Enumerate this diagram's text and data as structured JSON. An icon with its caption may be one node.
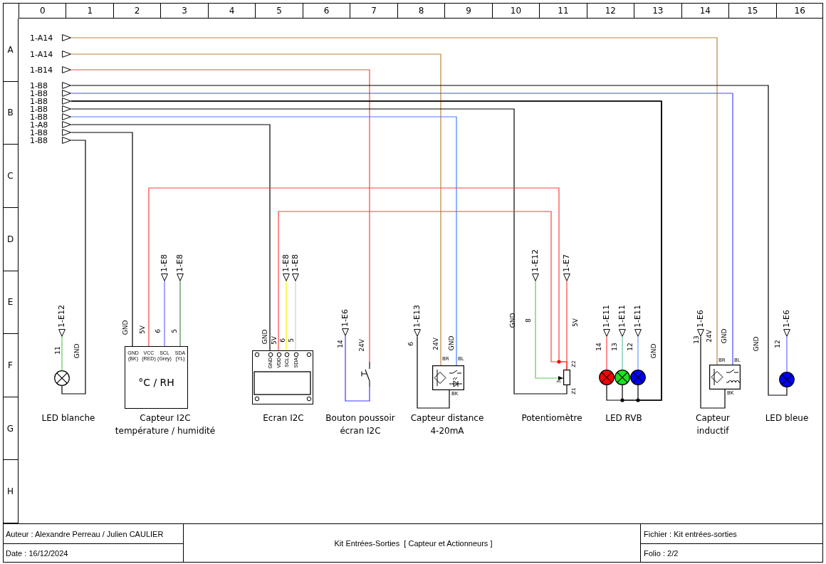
{
  "diagram": {
    "nodes": [
      {
        "text": [
          "1-A14"
        ]
      },
      {
        "text": [
          "1-A14"
        ]
      },
      {
        "text": [
          "1-B14"
        ]
      },
      {
        "text": [
          "1-B8"
        ]
      },
      {
        "text": [
          "1-B8"
        ]
      },
      {
        "text": [
          "1-B8"
        ]
      },
      {
        "text": [
          "1-B8"
        ]
      },
      {
        "text": [
          "1-B8"
        ]
      },
      {
        "text": [
          "1-A8"
        ]
      },
      {
        "text": [
          "1-B8"
        ]
      },
      {
        "text": [
          "1-B8"
        ]
      },
      {
        "text": [
          "1-E12"
        ]
      },
      {
        "text": [],
        "shape": "circle",
        "beside": [
          "LED blanche"
        ]
      },
      {
        "text": [
          "1-E8"
        ]
      },
      {
        "text": [
          "1-E8"
        ]
      },
      {
        "text": [
          "GND (BK)",
          "VCC (RED)",
          "SCL (Grey)",
          "SDA (YL)",
          "°C / RH"
        ],
        "beside": [
          "Capteur I2C température / humidité"
        ]
      },
      {
        "text": [
          "1-E8"
        ]
      },
      {
        "text": [
          "1-E8"
        ]
      },
      {
        "text": [
          "GND",
          "VDD",
          "SCL",
          "SDA"
        ],
        "beside": [
          "Ecran I2C"
        ]
      },
      {
        "text": [
          "1-E6"
        ]
      },
      {
        "text": [],
        "shape": "picture"
      },
      {
        "text": [
          "1-E13"
        ]
      },
      {
        "text": [],
        "shape": "box",
        "beside": [
          "BR",
          "BL",
          "BK",
          "Capteur distance 4-20mA"
        ]
      },
      {
        "text": [
          "1-E12"
        ]
      },
      {
        "text": [
          "1-E7"
        ]
      },
      {
        "text": [],
        "shape": "box",
        "beside": [
          "Z2",
          "3",
          "Z1",
          "Potentiomètre"
        ]
      },
      {
        "text": [
          "1-E11"
        ]
      },
      {
        "text": [
          "1-E11"
        ]
      },
      {
        "text": [
          "1-E11"
        ]
      },
      {
        "text": [],
        "shape": "circle"
      },
      {
        "text": [],
        "shape": "circle",
        "beside": [
          "LED RVB"
        ]
      },
      {
        "text": [],
        "shape": "circle"
      },
      {
        "text": [
          "1-E6"
        ]
      },
      {
        "text": [],
        "shape": "box",
        "beside": [
          "BR",
          "BL",
          "BK",
          "Capteur inductif"
        ]
      },
      {
        "text": [
          "1-E6"
        ]
      },
      {
        "text": [],
        "shape": "circle",
        "beside": [
          "LED bleue"
        ]
      }
    ],
    "edges": [
      {
        "from": 0,
        "to": 33,
        "arrow": "none",
        "label": "24V",
        "color": "#c0813f"
      },
      {
        "from": 1,
        "to": 22,
        "arrow": "none",
        "label": "24V",
        "color": "#c0813f"
      },
      {
        "from": 2,
        "to": 20,
        "arrow": "none",
        "label": "24V",
        "color": "#ff4040"
      },
      {
        "from": 3,
        "to": 35,
        "arrow": "none",
        "label": "GND"
      },
      {
        "from": 4,
        "to": 33,
        "arrow": "none",
        "label": "GND",
        "color": "#4a4aff"
      },
      {
        "from": 5,
        "to": 29,
        "arrow": "none",
        "label": "GND"
      },
      {
        "from": 5,
        "to": 30,
        "arrow": "none"
      },
      {
        "from": 5,
        "to": 31,
        "arrow": "none"
      },
      {
        "from": 6,
        "to": 25,
        "arrow": "none",
        "label": "GND"
      },
      {
        "from": 7,
        "to": 22,
        "arrow": "none",
        "label": "GND",
        "color": "#4a7dff"
      },
      {
        "from": 8,
        "to": 18,
        "arrow": "none",
        "label": "GND"
      },
      {
        "from": 9,
        "to": 15,
        "arrow": "none",
        "label": "GND"
      },
      {
        "from": 10,
        "to": 12,
        "arrow": "none",
        "label": "GND"
      },
      {
        "from": 11,
        "to": 12,
        "arrow": "none",
        "label": "11",
        "color": "#55cc55"
      },
      {
        "from": 15,
        "to": 25,
        "arrow": "none",
        "label": "5V",
        "color": "#ff4040"
      },
      {
        "from": 13,
        "to": 15,
        "arrow": "none",
        "label": "6",
        "color": "#6a6aff"
      },
      {
        "from": 14,
        "to": 15,
        "arrow": "none",
        "label": "5",
        "color": "#4a8a4a"
      },
      {
        "from": 18,
        "to": 25,
        "arrow": "none",
        "label": "5V",
        "color": "#ff4040"
      },
      {
        "from": 16,
        "to": 18,
        "arrow": "none",
        "label": "6",
        "color": "#f5f500"
      },
      {
        "from": 17,
        "to": 18,
        "arrow": "none",
        "label": "5",
        "color": "#cfcfcf"
      },
      {
        "from": 19,
        "to": 20,
        "arrow": "none",
        "label": "14",
        "color": "#3a3aff"
      },
      {
        "from": 21,
        "to": 22,
        "arrow": "none",
        "label": "6"
      },
      {
        "from": 23,
        "to": 25,
        "arrow": "to",
        "label": "8",
        "color": "#55cc55"
      },
      {
        "from": 24,
        "to": 25,
        "arrow": "none",
        "label": "5V",
        "color": "#ff4040"
      },
      {
        "from": 26,
        "to": 29,
        "arrow": "none",
        "label": "14",
        "color": "#ff4040"
      },
      {
        "from": 27,
        "to": 30,
        "arrow": "none",
        "label": "13",
        "color": "#60c8a0"
      },
      {
        "from": 28,
        "to": 31,
        "arrow": "none",
        "label": "12",
        "color": "#6a9aff"
      },
      {
        "from": 32,
        "to": 33,
        "arrow": "none",
        "label": "13"
      },
      {
        "from": 34,
        "to": 35,
        "arrow": "none",
        "label": "12",
        "color": "#6a6aff"
      }
    ],
    "labels": [
      "0",
      "1",
      "2",
      "3",
      "4",
      "5",
      "6",
      "7",
      "8",
      "9",
      "10",
      "11",
      "12",
      "13",
      "14",
      "15",
      "16",
      "A",
      "B",
      "C",
      "D",
      "E",
      "F",
      "G",
      "H",
      "Auteur : Alexandre Perreau / Julien CAULIER",
      "Date : 16/12/2024",
      "Kit Entrées-Sorties  [ Capteur et Actionneurs ]",
      "Fichier : Kit entrées-sorties",
      "Folio : 2/2",
      "Bouton poussoir écran I2C"
    ]
  }
}
